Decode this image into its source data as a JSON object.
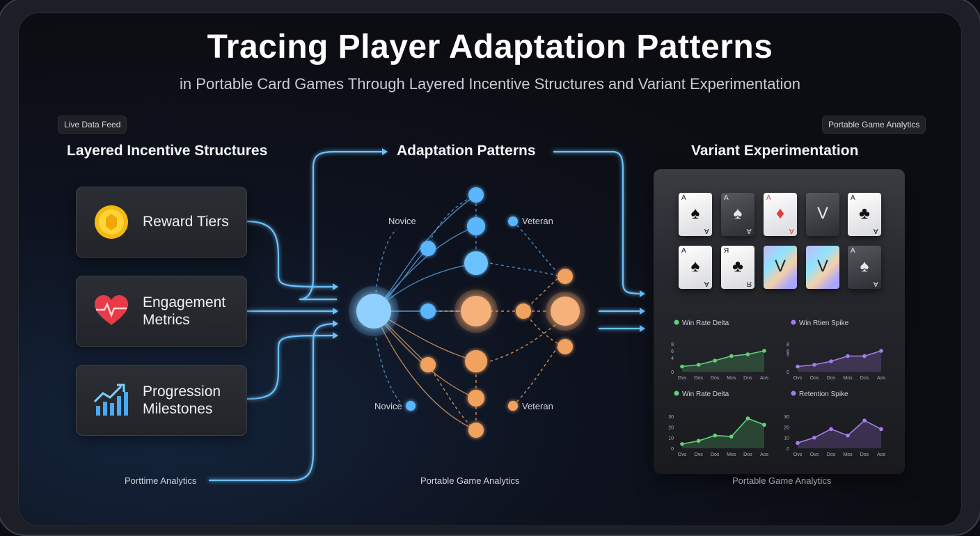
{
  "header": {
    "title": "Tracing Player Adaptation Patterns",
    "subtitle": "in Portable Card Games Through Layered Incentive Structures and Variant Experimentation"
  },
  "chips": {
    "left": "Live Data Feed",
    "right": "Portable Game Analytics"
  },
  "sections": {
    "left": "Layered Incentive Structures",
    "middle": "Adaptation Patterns",
    "right": "Variant Experimentation"
  },
  "cards": [
    {
      "line1": "Reward Tiers",
      "line2": "",
      "icon": "coin-icon"
    },
    {
      "line1": "Engagement",
      "line2": "Metrics",
      "icon": "heartbeat-icon"
    },
    {
      "line1": "Progression",
      "line2": "Milestones",
      "icon": "growth-chart-icon"
    }
  ],
  "network_labels": {
    "novice_top": "Novice",
    "veteran_top": "Veteran",
    "novice_bottom": "Novice",
    "veteran_bottom": "Veteran"
  },
  "footers": {
    "left": "Porttime Analytics",
    "middle": "Portable Game Analytics",
    "right": "Portable Game Analytics"
  },
  "playing_cards": [
    {
      "corner": "A",
      "suit": "♠",
      "style": "white"
    },
    {
      "corner": "A",
      "suit": "♠",
      "style": "dark"
    },
    {
      "corner": "A",
      "suit": "♦",
      "style": "white"
    },
    {
      "corner": "",
      "suit": "V",
      "style": "dark"
    },
    {
      "corner": "A",
      "suit": "♣",
      "style": "white"
    },
    {
      "corner": "A",
      "suit": "♠",
      "style": "white"
    },
    {
      "corner": "Я",
      "suit": "♣",
      "style": "white"
    },
    {
      "corner": "",
      "suit": "V",
      "style": "holo"
    },
    {
      "corner": "",
      "suit": "V",
      "style": "holo"
    },
    {
      "corner": "A",
      "suit": "♠",
      "style": "dark"
    }
  ],
  "colors": {
    "blue": "#5cb6ff",
    "orange": "#f2a25e",
    "green": "#5fd47a",
    "purple": "#a97bf0"
  },
  "chart_data": [
    {
      "type": "line",
      "title": "Win Rate Delta",
      "categories": [
        "Ovs",
        "Oos",
        "Dos",
        "Mos",
        "Dos",
        "Aos"
      ],
      "yticks": [
        0,
        4,
        6,
        8
      ],
      "ylim": [
        0,
        8
      ],
      "series": [
        {
          "values": [
            1.5,
            2.0,
            3.2,
            4.5,
            5.0,
            6.0
          ]
        }
      ],
      "color": "green"
    },
    {
      "type": "line",
      "title": "Win Rtien Spike",
      "categories": [
        "Ovs",
        "Oos",
        "Dos",
        "Mos",
        "Dos",
        "Aos"
      ],
      "yticks": [
        0,
        5,
        6,
        8
      ],
      "ylim": [
        0,
        8
      ],
      "series": [
        {
          "values": [
            1.5,
            2.0,
            3.0,
            4.5,
            4.5,
            6.0
          ]
        }
      ],
      "color": "purple"
    },
    {
      "type": "line",
      "title": "Win Rate Delta",
      "categories": [
        "Ovs",
        "Ovs",
        "Dos",
        "Mos",
        "Dos",
        "Aos"
      ],
      "yticks": [
        0,
        10,
        20,
        30
      ],
      "ylim": [
        0,
        30
      ],
      "series": [
        {
          "values": [
            4,
            7,
            12,
            11,
            28,
            22
          ]
        }
      ],
      "color": "green"
    },
    {
      "type": "line",
      "title": "Retention Spike",
      "categories": [
        "Ovs",
        "Ovs",
        "Dos",
        "Mos",
        "Dos",
        "Aos"
      ],
      "yticks": [
        0,
        10,
        20,
        30
      ],
      "ylim": [
        0,
        30
      ],
      "series": [
        {
          "values": [
            5,
            10,
            18,
            12,
            26,
            18
          ]
        }
      ],
      "color": "purple"
    }
  ]
}
